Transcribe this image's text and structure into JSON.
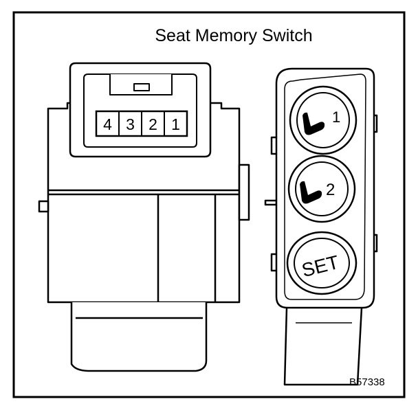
{
  "title": "Seat Memory Switch",
  "figure_code": "B57338",
  "connector": {
    "pins": [
      "4",
      "3",
      "2",
      "1"
    ]
  },
  "switch": {
    "buttons": [
      {
        "label": "1",
        "icon": "seat-icon"
      },
      {
        "label": "2",
        "icon": "seat-icon"
      },
      {
        "label": "SET"
      }
    ]
  }
}
